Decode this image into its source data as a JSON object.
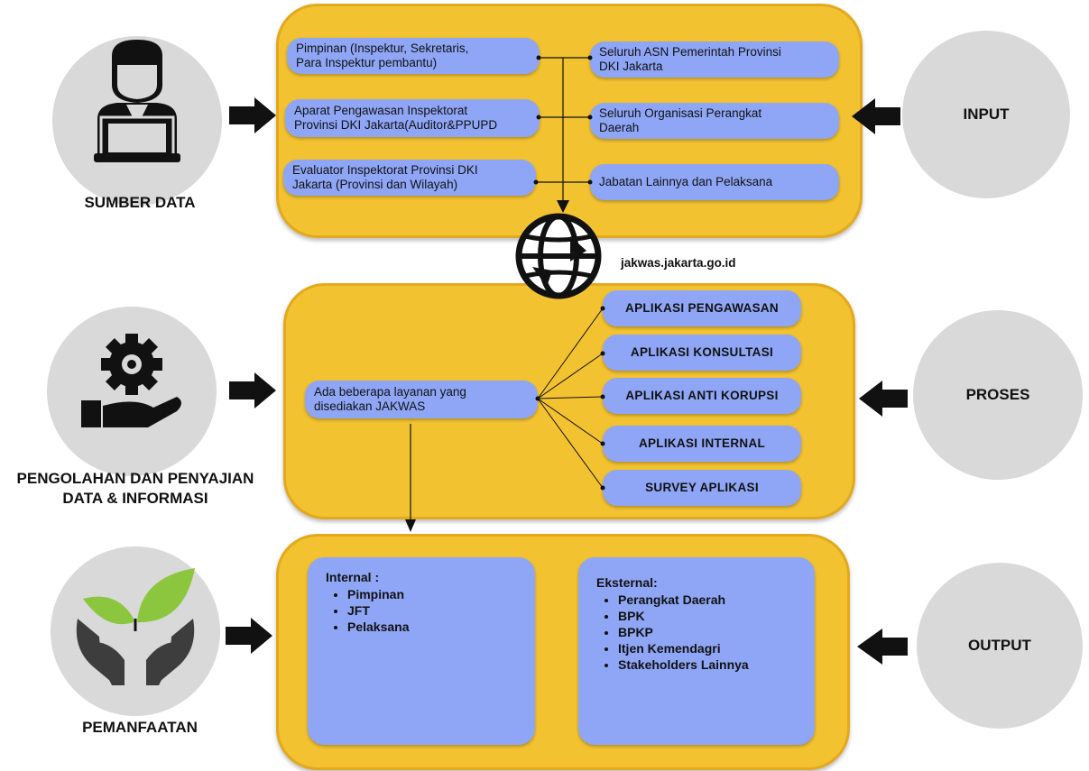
{
  "input": {
    "label": "INPUT",
    "source_label": "SUMBER DATA",
    "left_items": [
      "Pimpinan (Inspektur, Sekretaris,\nPara Inspektur pembantu)",
      "Aparat Pengawasan Inspektorat\nProvinsi DKI Jakarta(Auditor&PPUPD",
      "Evaluator Inspektorat Provinsi DKI\nJakarta (Provinsi dan Wilayah)"
    ],
    "right_items": [
      "Seluruh ASN Pemerintah Provinsi\nDKI Jakarta",
      "Seluruh Organisasi  Perangkat\nDaerah",
      "Jabatan Lainnya dan Pelaksana"
    ]
  },
  "website": "jakwas.jakarta.go.id",
  "process": {
    "label": "PROSES",
    "source_label": "PENGOLAHAN DAN PENYAJIAN\nDATA & INFORMASI",
    "center_text": "Ada beberapa layanan yang\ndisediakan JAKWAS",
    "apps": [
      "APLIKASI PENGAWASAN",
      "APLIKASI KONSULTASI",
      "APLIKASI ANTI KORUPSI",
      "APLIKASI INTERNAL",
      "SURVEY APLIKASI"
    ]
  },
  "output": {
    "label": "OUTPUT",
    "source_label": "PEMANFAATAN",
    "internal": {
      "title": "Internal :",
      "items": [
        "Pimpinan",
        "JFT",
        "Pelaksana"
      ]
    },
    "external": {
      "title": "Eksternal:",
      "items": [
        "Perangkat Daerah",
        "BPK",
        "BPKP",
        "Itjen Kemendagri",
        "Stakeholders Lainnya"
      ]
    }
  },
  "colors": {
    "panel": "#f2c230",
    "pill": "#8fa6f7",
    "circle": "#d9d9d9",
    "leaf": "#8cc63f"
  },
  "icons": [
    "user-laptop-icon",
    "gear-hand-icon",
    "plant-hands-icon",
    "globe-icon",
    "arrow-right-icon",
    "arrow-left-icon"
  ]
}
